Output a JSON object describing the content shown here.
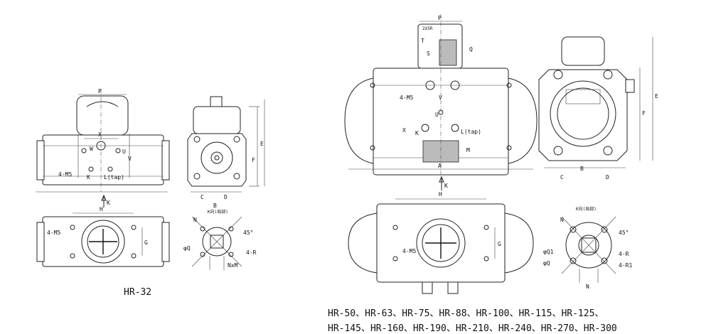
{
  "captions": {
    "small_model": "HR-32",
    "large_models_line1": "HR-50、HR-63、HR-75、HR-88、HR-100、HR-115、HR-125、",
    "large_models_line2": "HR-145、HR-160、HR-190、HR-210、HR-240、HR-270、HR-300"
  },
  "dims": {
    "P": "P",
    "X": "X",
    "W": "W",
    "U": "U",
    "V": "V",
    "K": "K",
    "H": "H",
    "G": "G",
    "A": "A",
    "B": "B",
    "C": "C",
    "D": "D",
    "E": "E",
    "F": "F",
    "M": "M",
    "N": "N",
    "S": "S",
    "T": "T",
    "Q": "Q",
    "4M5": "4-M5",
    "Ltap": "L(tap)",
    "NxM": "NxM",
    "4R": "4-R",
    "4R1": "4-R1",
    "phiQ": "φQ",
    "phiQ1": "φQ1",
    "angle45": "45°",
    "kview": "K向(局部)",
    "kview_large": "K向(局部)",
    "arrowK": "K",
    "slot": "2X5R"
  }
}
